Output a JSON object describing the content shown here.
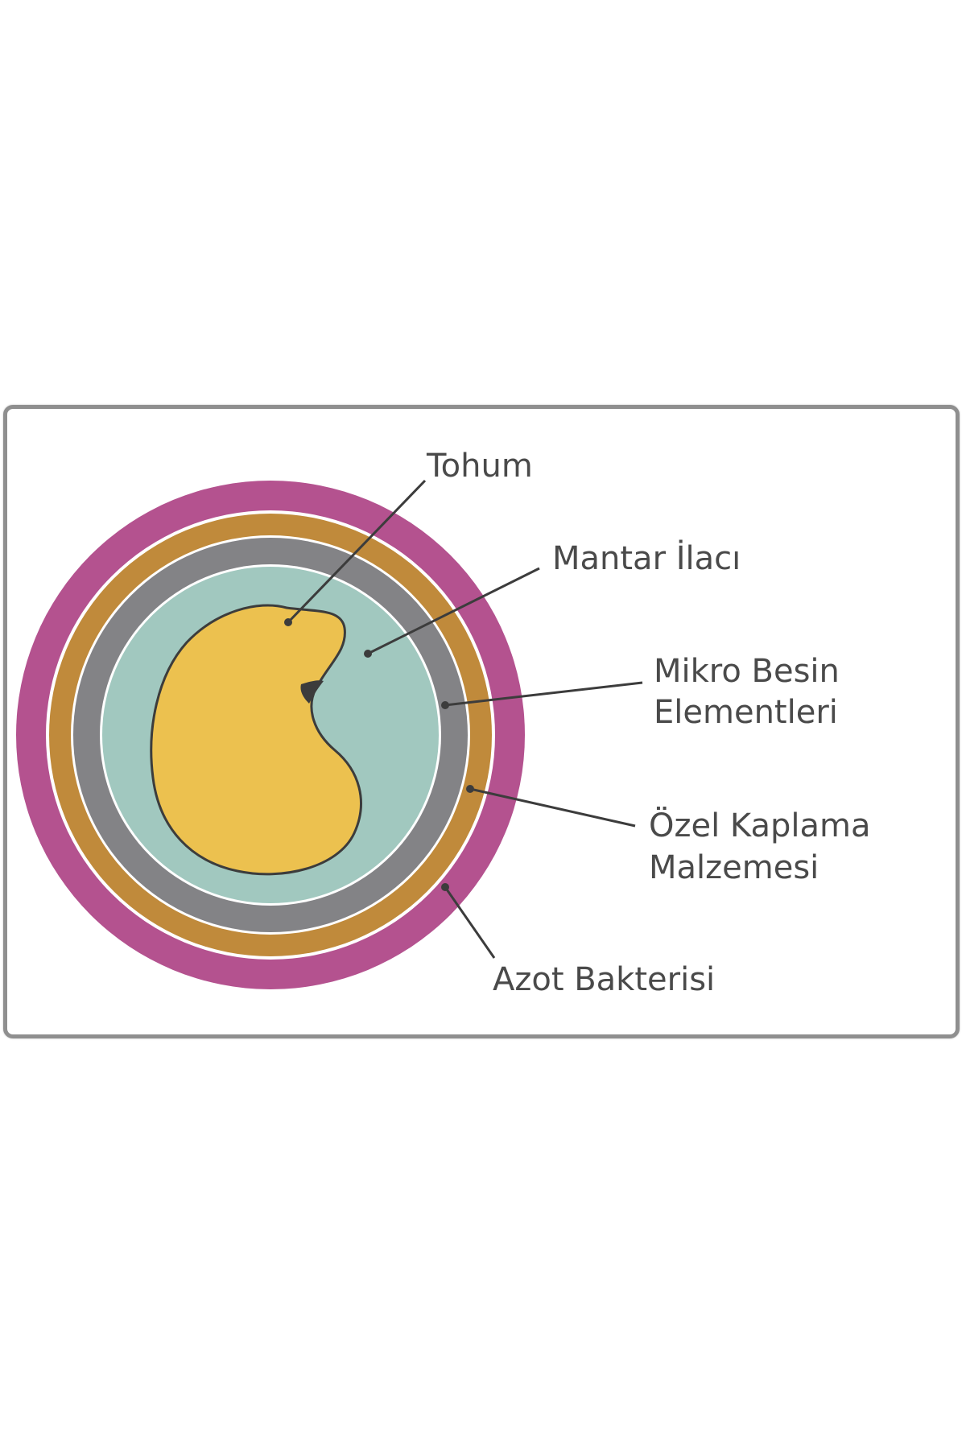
{
  "labels": {
    "tohum": "Tohum",
    "mantar": "Mantar İlacı",
    "mikro_line1": "Mikro Besin",
    "mikro_line2": "Elementleri",
    "ozel_line1": "Özel Kaplama",
    "ozel_line2": "Malzemesi",
    "azot": "Azot Bakterisi"
  },
  "colors": {
    "azot": "#b4528f",
    "ozel": "#c08a3b",
    "mikro": "#838386",
    "mantar": "#a1c8bf",
    "tohum": "#ecc14f",
    "outline": "#3c3c3c",
    "frame": "#8f8f8f"
  }
}
